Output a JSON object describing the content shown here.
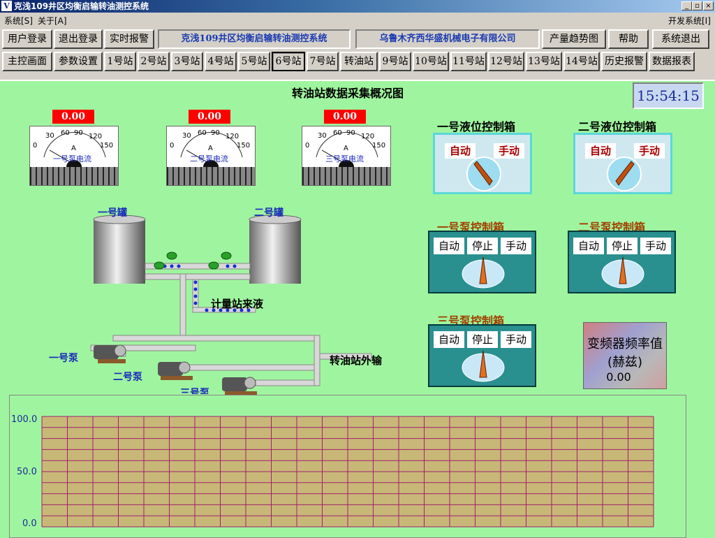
{
  "window": {
    "icon_letter": "V",
    "title": "克浅109井区均衡启输转油测控系统"
  },
  "menu": {
    "left": [
      "系统[S]",
      "关于[A]"
    ],
    "right": "开发系统[I]"
  },
  "toolbar_row1": {
    "user_login": "用户登录",
    "logout": "退出登录",
    "realtime_alarm": "实时报警",
    "system_banner": "克浅109井区均衡启输转油测控系统",
    "company_banner": "乌鲁木齐西华盛机械电子有限公司",
    "trend": "产量趋势图",
    "help": "帮助",
    "exit": "系统退出"
  },
  "toolbar_row2": [
    "主控画面",
    "参数设置",
    "1号站",
    "2号站",
    "3号站",
    "4号站",
    "5号站",
    "6号站",
    "7号站",
    "转油站",
    "9号站",
    "10号站",
    "11号站",
    "12号站",
    "13号站",
    "14号站",
    "历史报警",
    "数据报表"
  ],
  "toolbar_row2_selected": "6号站",
  "page_title": "转油站数据采集概况图",
  "clock": "15:54:15",
  "meters": [
    {
      "value": "0.00",
      "label": "一号泵电流"
    },
    {
      "value": "0.00",
      "label": "二号泵电流"
    },
    {
      "value": "0.00",
      "label": "三号泵电流"
    }
  ],
  "meter_scale": {
    "ticks": [
      "0",
      "30",
      "60",
      "90",
      "120",
      "150"
    ],
    "unit": "A"
  },
  "tanks": {
    "tank1": "一号罐",
    "tank2": "二号罐"
  },
  "pipe_labels": {
    "inflow": "计量站来液",
    "outflow": "转油站外输"
  },
  "pumps": {
    "pump1": "一号泵",
    "pump2": "二号泵",
    "pump3": "三号泵"
  },
  "level_boxes": [
    {
      "title": "一号液位控制箱",
      "auto": "自动",
      "manual": "手动"
    },
    {
      "title": "二号液位控制箱",
      "auto": "自动",
      "manual": "手动"
    }
  ],
  "pump_boxes": [
    {
      "title": "一号泵控制箱",
      "auto": "自动",
      "stop": "停止",
      "manual": "手动"
    },
    {
      "title": "二号泵控制箱",
      "auto": "自动",
      "stop": "停止",
      "manual": "手动"
    },
    {
      "title": "三号泵控制箱",
      "auto": "自动",
      "stop": "停止",
      "manual": "手动"
    }
  ],
  "freq": {
    "line1": "变频器频率值",
    "line2": "(赫兹)",
    "value": "0.00"
  },
  "chart_data": {
    "type": "line",
    "title": "",
    "xlabel": "",
    "ylabel": "",
    "ylim": [
      0,
      100
    ],
    "yticks": [
      "100.0",
      "50.0",
      "0.0"
    ],
    "grid": true,
    "series": []
  },
  "colors": {
    "background": "#9ff59f",
    "grid_fill": "#c8b878",
    "grid_line": "#a0206a",
    "alarm_red": "#ff0000",
    "pump_box": "#2a8f8f"
  }
}
